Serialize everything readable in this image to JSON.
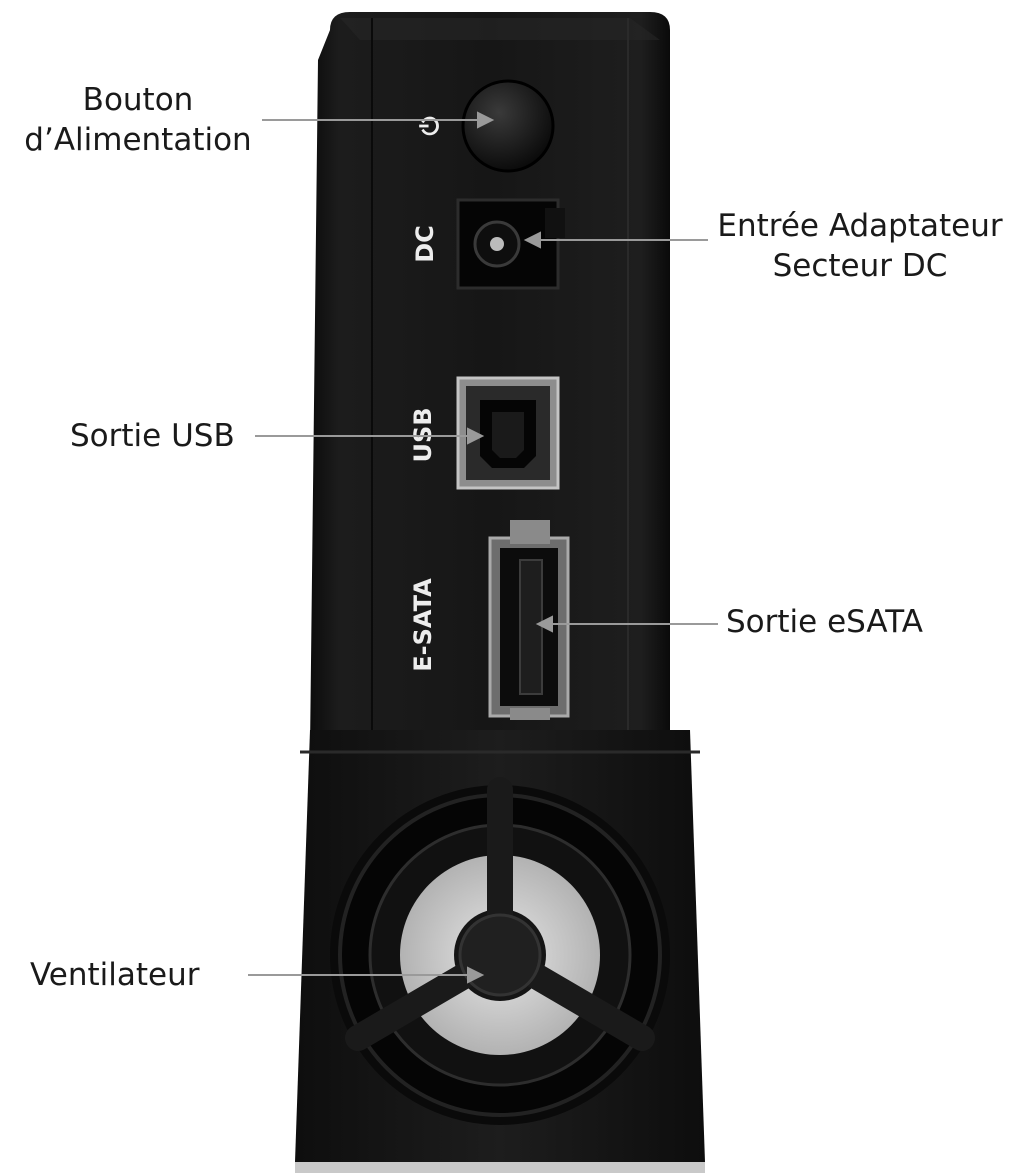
{
  "callouts": {
    "power": [
      "Bouton",
      "d’Alimentation"
    ],
    "dc_input": [
      "Entrée Adaptateur",
      "Secteur DC"
    ],
    "usb": "Sortie USB",
    "esata": "Sortie eSATA",
    "fan": "Ventilateur"
  },
  "device_labels": {
    "power_symbol": "⏻",
    "dc": "DC",
    "usb": "USB",
    "esata": "E-SATA"
  },
  "colors": {
    "device_body": "#141414",
    "callout_line": "#9a9a9a",
    "text": "#1a1a1a"
  }
}
